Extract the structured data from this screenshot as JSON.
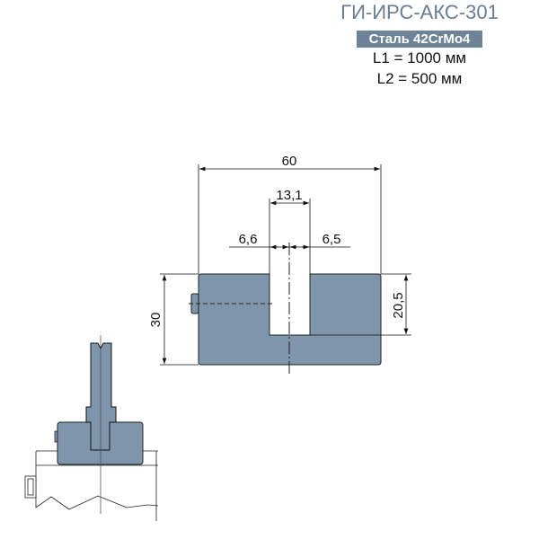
{
  "header": {
    "product_code": "ГИ-ИРС-АКС-301",
    "material": "Сталь 42CrMo4",
    "l1": "L1 = 1000 мм",
    "l2": "L2 = 500 мм"
  },
  "dimensions": {
    "width": "60",
    "slot_width": "13,1",
    "left_offset": "6,6",
    "right_offset": "6,5",
    "height": "30",
    "slot_depth": "20,5"
  },
  "colors": {
    "part_fill": "#7f95ab",
    "badge": "#6e8398",
    "title": "#6a7d92"
  }
}
